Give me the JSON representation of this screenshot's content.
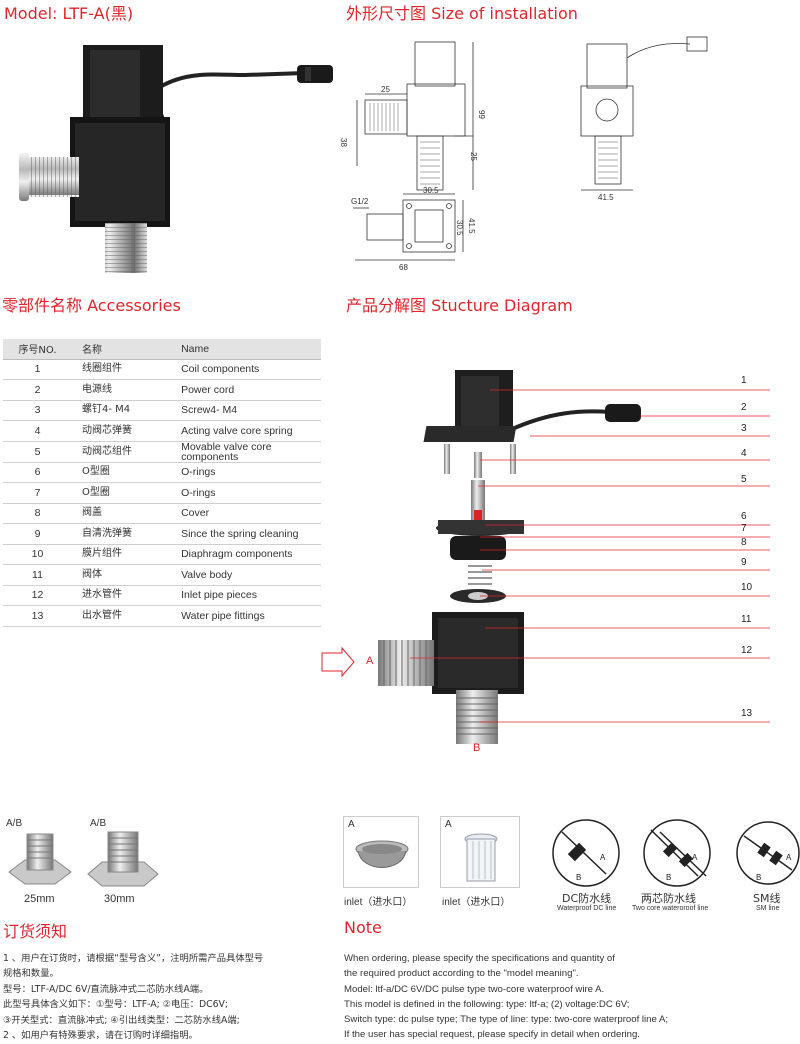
{
  "header": {
    "model_title": "Model: LTF-A(黑)",
    "installation_title": "外形尺寸图 Size of installation"
  },
  "dimensions": {
    "d25a": "25",
    "d38": "38",
    "d99": "99",
    "d25b": "25",
    "d41_5": "41.5",
    "g12": "G1/2",
    "d30_5a": "30.5",
    "d30_5b": "30.5",
    "d41_5b": "41.5",
    "d68": "68"
  },
  "accessories": {
    "title": "零部件名称 Accessories",
    "headers": [
      "序号NO.",
      "名称",
      "Name"
    ],
    "rows": [
      {
        "no": "1",
        "cn": "线圈组件",
        "en": "Coil components"
      },
      {
        "no": "2",
        "cn": "电源线",
        "en": "Power cord"
      },
      {
        "no": "3",
        "cn": "螺钉4- M4",
        "en": "Screw4- M4"
      },
      {
        "no": "4",
        "cn": "动阀芯弹簧",
        "en": "Acting valve core spring"
      },
      {
        "no": "5",
        "cn": "动阀芯组件",
        "en": "Movable valve core components"
      },
      {
        "no": "6",
        "cn": "O型圈",
        "en": "O-rings"
      },
      {
        "no": "7",
        "cn": "O型圈",
        "en": "O-rings"
      },
      {
        "no": "8",
        "cn": "阀盖",
        "en": "Cover"
      },
      {
        "no": "9",
        "cn": "自清洗弹簧",
        "en": "Since the spring cleaning"
      },
      {
        "no": "10",
        "cn": "膜片组件",
        "en": "Diaphragm components"
      },
      {
        "no": "11",
        "cn": "阀体",
        "en": "Valve body"
      },
      {
        "no": "12",
        "cn": "进水管件",
        "en": "Inlet pipe pieces"
      },
      {
        "no": "13",
        "cn": "出水管件",
        "en": "Water pipe fittings"
      }
    ]
  },
  "structure": {
    "title": "产品分解图 Stucture Diagram",
    "numbers": [
      "1",
      "2",
      "3",
      "4",
      "5",
      "6",
      "7",
      "8",
      "9",
      "10",
      "11",
      "12",
      "13"
    ],
    "label_a": "A",
    "label_b": "B"
  },
  "fittings": [
    {
      "tag": "A/B",
      "size": "25mm"
    },
    {
      "tag": "A/B",
      "size": "30mm"
    }
  ],
  "inlets": [
    {
      "tag": "A",
      "label": "inlet（进水口）"
    },
    {
      "tag": "A",
      "label": "inlet（进水口）"
    }
  ],
  "wires": [
    {
      "cn": "DC防水线",
      "en": "Waterproof DC line",
      "a": "A",
      "b": "B"
    },
    {
      "cn": "两芯防水线",
      "en": "Two core wateroroof line",
      "a": "A",
      "b": "B"
    },
    {
      "cn": "SM线",
      "en": "SM line",
      "a": "A",
      "b": "B"
    }
  ],
  "order": {
    "title": "订货须知",
    "lines": [
      "1 、用户在订货时，请根据“型号含义”，注明所需产品具体型号",
      "规格和数量。",
      "型号：LTF-A/DC 6V/直流脉冲式二芯防水线A端。",
      "此型号具体含义如下：①型号：LTF-A; ②电压：DC6V;",
      "③开关型式：直流脉冲式; ④引出线类型：二芯防水线A端;",
      "2 、如用户有特殊要求，请在订购时详细指明。"
    ]
  },
  "note": {
    "title": "Note",
    "lines": [
      "When ordering, please specify the specifications and quantity of",
      "the required product according to the \"model meaning\".",
      "Model: ltf-a/DC 6V/DC pulse type two-core waterproof wire A.",
      "This model is defined in the following: type: ltf-a; (2) voltage:DC 6V;",
      "Switch type: dc pulse type; The type of line: type: two-core waterproof line A;",
      "If the user has special request, please specify in detail when ordering."
    ]
  }
}
